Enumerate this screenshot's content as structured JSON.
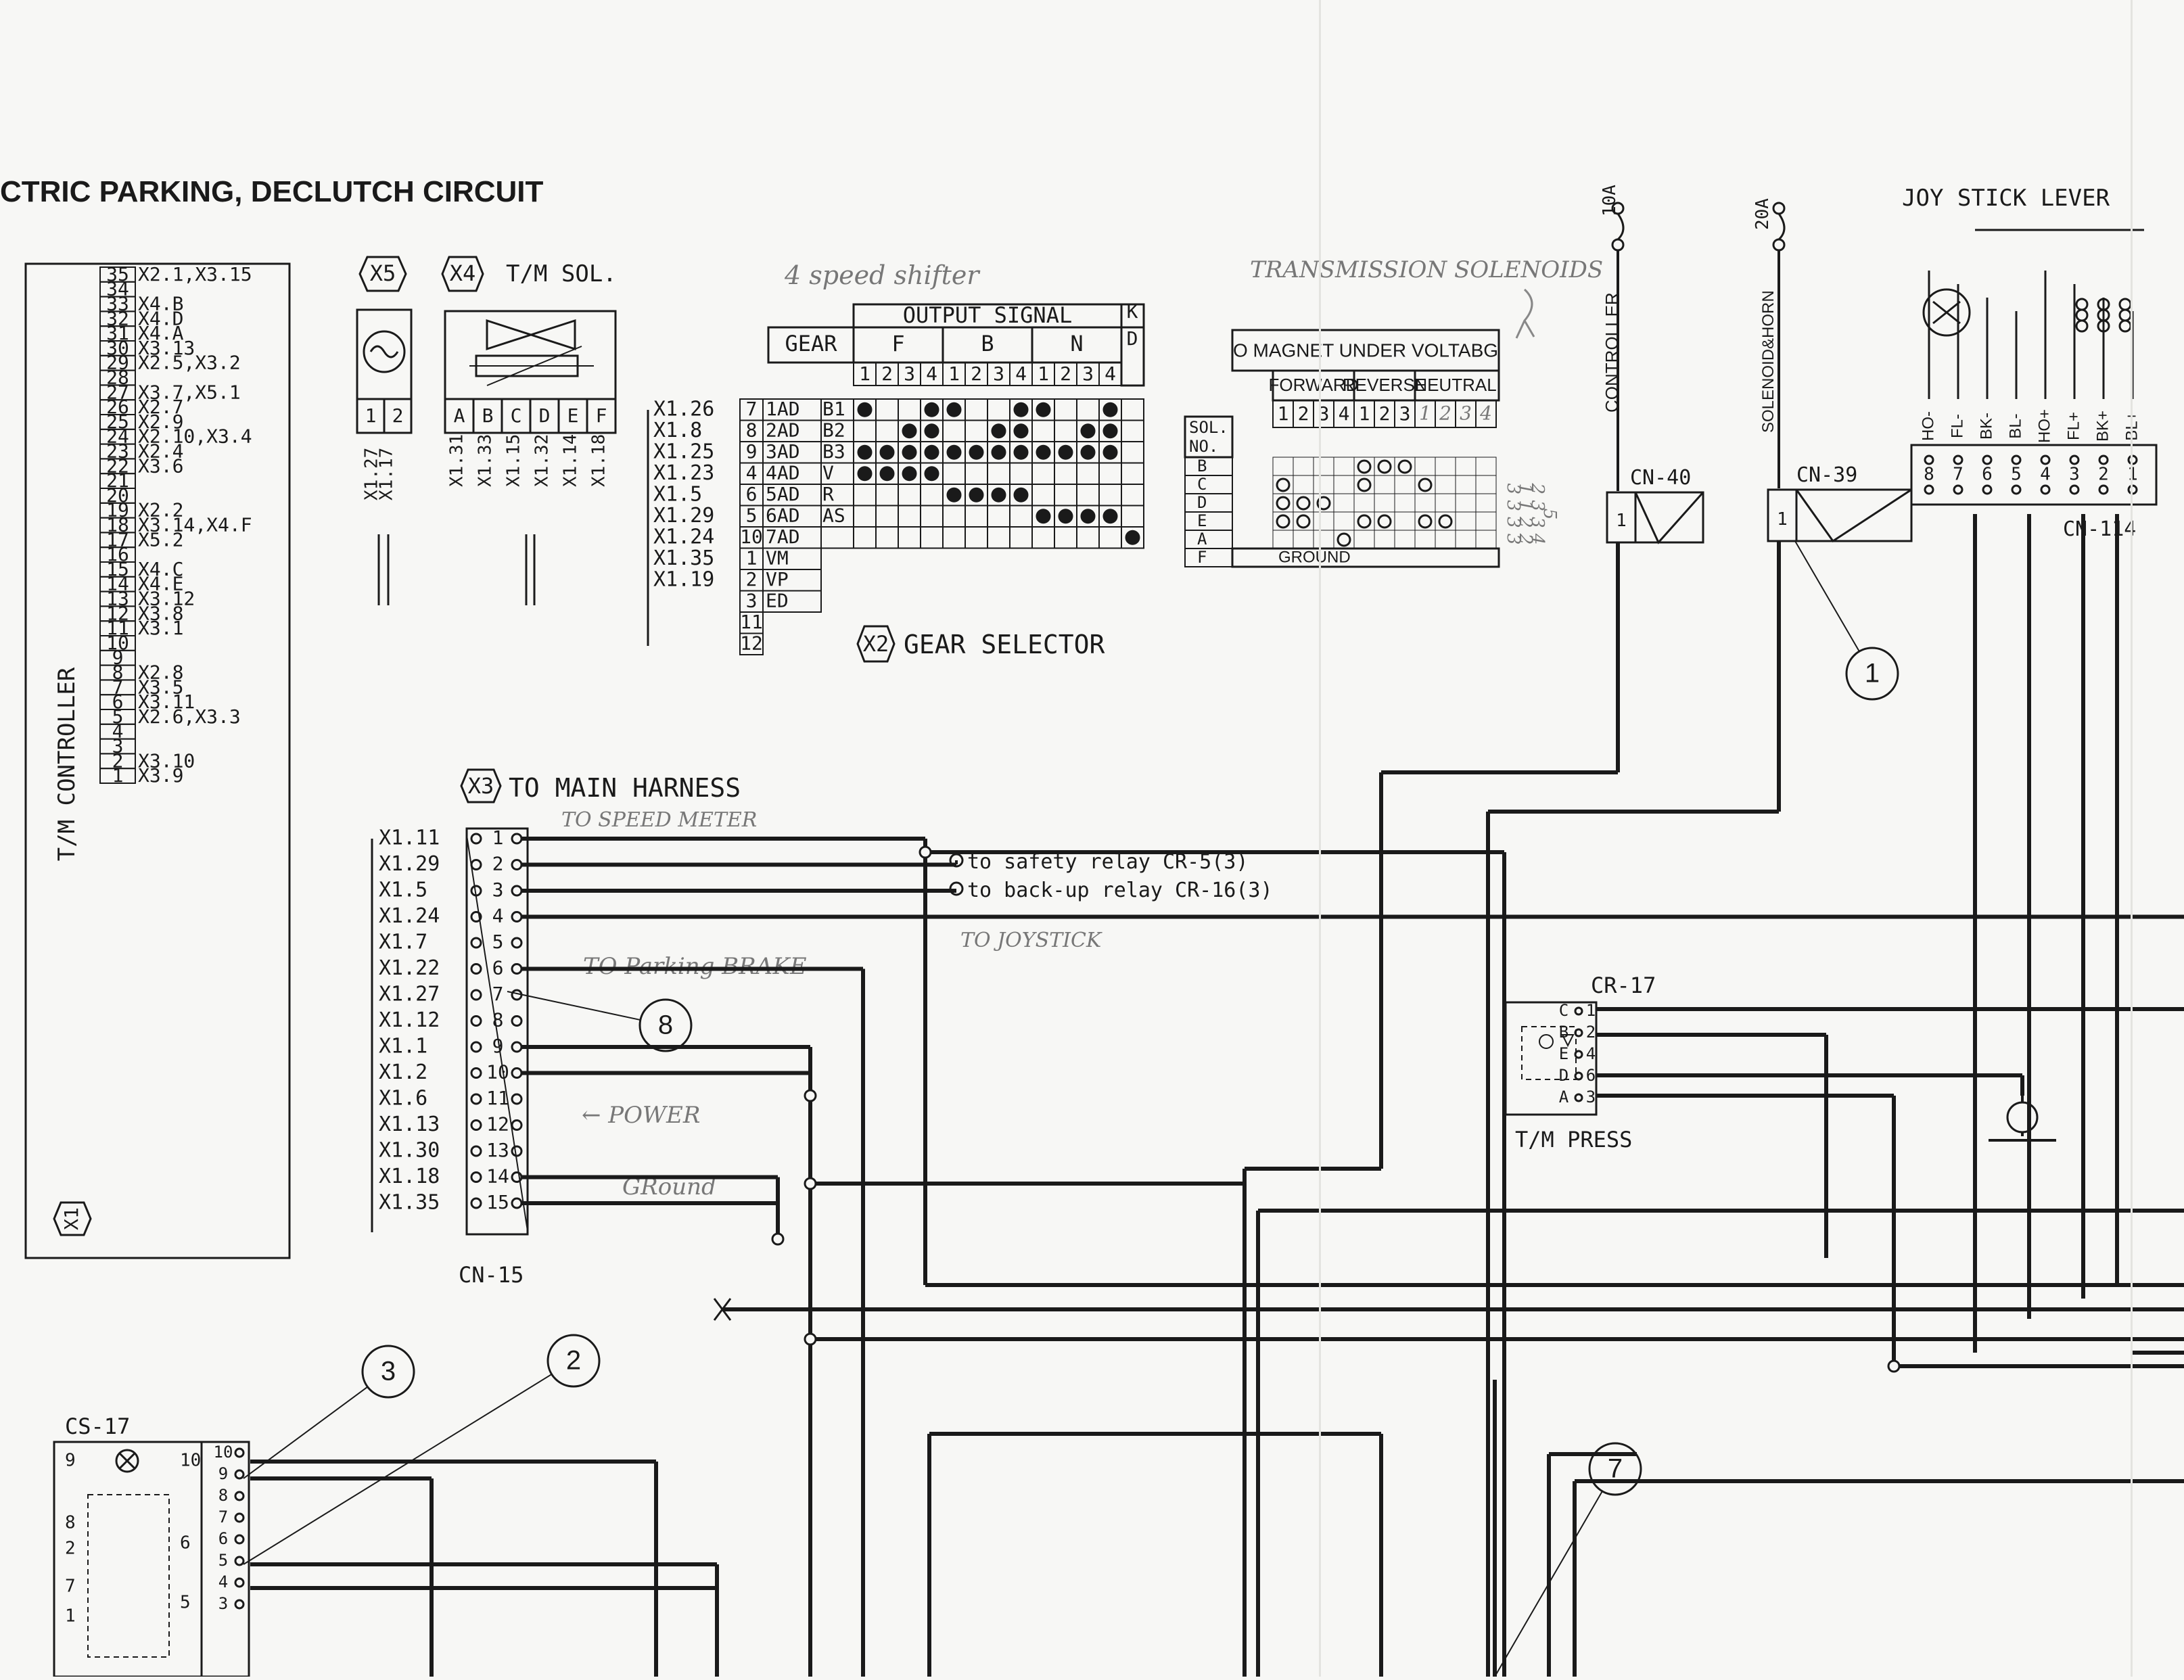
{
  "title": "CTRIC PARKING, DECLUTCH CIRCUIT",
  "controller": {
    "label": "T/M CONTROLLER",
    "ref": "X1",
    "pins": [
      {
        "n": "35",
        "sig": "X2.1,X3.15"
      },
      {
        "n": "34",
        "sig": ""
      },
      {
        "n": "33",
        "sig": "X4.B"
      },
      {
        "n": "32",
        "sig": "X4.D"
      },
      {
        "n": "31",
        "sig": "X4.A"
      },
      {
        "n": "30",
        "sig": "X3.13"
      },
      {
        "n": "29",
        "sig": "X2.5,X3.2"
      },
      {
        "n": "28",
        "sig": ""
      },
      {
        "n": "27",
        "sig": "X3.7,X5.1"
      },
      {
        "n": "26",
        "sig": "X2.7"
      },
      {
        "n": "25",
        "sig": "X2.9"
      },
      {
        "n": "24",
        "sig": "X2.10,X3.4"
      },
      {
        "n": "23",
        "sig": "X2.4"
      },
      {
        "n": "22",
        "sig": "X3.6"
      },
      {
        "n": "21",
        "sig": ""
      },
      {
        "n": "20",
        "sig": ""
      },
      {
        "n": "19",
        "sig": "X2.2"
      },
      {
        "n": "18",
        "sig": "X3.14,X4.F"
      },
      {
        "n": "17",
        "sig": "X5.2"
      },
      {
        "n": "16",
        "sig": ""
      },
      {
        "n": "15",
        "sig": "X4.C"
      },
      {
        "n": "14",
        "sig": "X4.E"
      },
      {
        "n": "13",
        "sig": "X3.12"
      },
      {
        "n": "12",
        "sig": "X3.8"
      },
      {
        "n": "11",
        "sig": "X3.1"
      },
      {
        "n": "10",
        "sig": ""
      },
      {
        "n": "9",
        "sig": ""
      },
      {
        "n": "8",
        "sig": "X2.8"
      },
      {
        "n": "7",
        "sig": "X3.5"
      },
      {
        "n": "6",
        "sig": "X3.11"
      },
      {
        "n": "5",
        "sig": "X2.6,X3.3"
      },
      {
        "n": "4",
        "sig": ""
      },
      {
        "n": "3",
        "sig": ""
      },
      {
        "n": "2",
        "sig": "X3.10"
      },
      {
        "n": "1",
        "sig": "X3.9"
      }
    ]
  },
  "x5": {
    "ref": "X5",
    "pins": [
      "1",
      "2"
    ],
    "wires": [
      "X1.27",
      "X1.17"
    ]
  },
  "x4": {
    "ref": "X4",
    "label": "T/M SOL.",
    "pins": [
      "A",
      "B",
      "C",
      "D",
      "E",
      "F"
    ],
    "wires": [
      "X1.31",
      "X1.33",
      "X1.15",
      "X1.32",
      "X1.14",
      "X1.18"
    ]
  },
  "x2": {
    "ref": "X2",
    "label": "GEAR SELECTOR",
    "note": "4 speed shifter",
    "header": {
      "output": "OUTPUT SIGNAL",
      "kd": "K\nD",
      "gear": "GEAR",
      "f": "F",
      "b": "B",
      "n": "N",
      "nums": [
        "1",
        "2",
        "3",
        "4",
        "1",
        "2",
        "3",
        "4",
        "1",
        "2",
        "3",
        "4"
      ]
    },
    "rows": [
      {
        "wire": "X1.26",
        "pin": "7",
        "name": "1AD",
        "sig": "B1",
        "dots": [
          1,
          0,
          0,
          1,
          1,
          0,
          0,
          1,
          1,
          0,
          0,
          1,
          0
        ]
      },
      {
        "wire": "X1.8",
        "pin": "8",
        "name": "2AD",
        "sig": "B2",
        "dots": [
          0,
          0,
          1,
          1,
          0,
          0,
          1,
          1,
          0,
          0,
          1,
          1,
          0
        ]
      },
      {
        "wire": "X1.25",
        "pin": "9",
        "name": "3AD",
        "sig": "B3",
        "dots": [
          1,
          1,
          1,
          1,
          1,
          1,
          1,
          1,
          1,
          1,
          1,
          1,
          0
        ]
      },
      {
        "wire": "X1.23",
        "pin": "4",
        "name": "4AD",
        "sig": "V",
        "dots": [
          1,
          1,
          1,
          1,
          0,
          0,
          0,
          0,
          0,
          0,
          0,
          0,
          0
        ]
      },
      {
        "wire": "X1.5",
        "pin": "6",
        "name": "5AD",
        "sig": "R",
        "dots": [
          0,
          0,
          0,
          0,
          1,
          1,
          1,
          1,
          0,
          0,
          0,
          0,
          0
        ]
      },
      {
        "wire": "X1.29",
        "pin": "5",
        "name": "6AD",
        "sig": "AS",
        "dots": [
          0,
          0,
          0,
          0,
          0,
          0,
          0,
          0,
          1,
          1,
          1,
          1,
          0
        ]
      },
      {
        "wire": "X1.24",
        "pin": "10",
        "name": "7AD",
        "sig": "",
        "dots": [
          0,
          0,
          0,
          0,
          0,
          0,
          0,
          0,
          0,
          0,
          0,
          0,
          1
        ]
      },
      {
        "wire": "X1.35",
        "pin": "1",
        "name": "VM",
        "sig": "",
        "dots": []
      },
      {
        "wire": "X1.19",
        "pin": "2",
        "name": "VP",
        "sig": "",
        "dots": []
      },
      {
        "wire": "",
        "pin": "3",
        "name": "ED",
        "sig": "",
        "dots": []
      },
      {
        "wire": "",
        "pin": "11",
        "name": "",
        "sig": "",
        "dots": []
      },
      {
        "wire": "",
        "pin": "12",
        "name": "",
        "sig": "",
        "dots": []
      }
    ]
  },
  "solenoid_table": {
    "note": "TRANSMISSION SOLENOIDS",
    "title": "O MAGNET UNDER VOLTABG",
    "groups": [
      "FORWARD",
      "REVERSE",
      "NEUTRAL"
    ],
    "solno": "SOL.\nNO.",
    "nums": [
      "1",
      "2",
      "3",
      "4",
      "1",
      "2",
      "3",
      "1",
      "2",
      "3",
      "4"
    ],
    "rows": [
      {
        "sol": "B",
        "marks": [
          0,
          0,
          0,
          0,
          1,
          1,
          1,
          0,
          0,
          0,
          0
        ]
      },
      {
        "sol": "C",
        "marks": [
          1,
          0,
          0,
          0,
          1,
          0,
          0,
          1,
          0,
          0,
          0
        ]
      },
      {
        "sol": "D",
        "marks": [
          1,
          1,
          1,
          0,
          0,
          0,
          0,
          0,
          0,
          0,
          0
        ]
      },
      {
        "sol": "E",
        "marks": [
          1,
          1,
          0,
          0,
          1,
          1,
          0,
          1,
          1,
          0,
          0
        ]
      },
      {
        "sol": "A",
        "marks": [
          0,
          0,
          0,
          1,
          0,
          0,
          0,
          0,
          0,
          0,
          0
        ]
      },
      {
        "sol": "F",
        "marks": []
      }
    ],
    "ground": "GROUND",
    "side_note": [
      "3 3 3 3",
      "1 1 2 2",
      "2 3 3 4",
      "5"
    ]
  },
  "x3": {
    "ref": "X3",
    "label": "TO MAIN HARNESS",
    "connector": "CN-15",
    "rows": [
      {
        "wire": "X1.11",
        "pin": "1"
      },
      {
        "wire": "X1.29",
        "pin": "2"
      },
      {
        "wire": "X1.5",
        "pin": "3"
      },
      {
        "wire": "X1.24",
        "pin": "4"
      },
      {
        "wire": "X1.7",
        "pin": "5"
      },
      {
        "wire": "X1.22",
        "pin": "6"
      },
      {
        "wire": "X1.27",
        "pin": "7"
      },
      {
        "wire": "X1.12",
        "pin": "8"
      },
      {
        "wire": "X1.1",
        "pin": "9"
      },
      {
        "wire": "X1.2",
        "pin": "10"
      },
      {
        "wire": "X1.6",
        "pin": "11"
      },
      {
        "wire": "X1.13",
        "pin": "12"
      },
      {
        "wire": "X1.30",
        "pin": "13"
      },
      {
        "wire": "X1.18",
        "pin": "14"
      },
      {
        "wire": "X1.35",
        "pin": "15"
      }
    ]
  },
  "relay_labels": {
    "safety": "to safety relay CR-5(3)",
    "backup": "to back-up relay CR-16(3)"
  },
  "notes": {
    "speed_meter": "TO SPEED METER",
    "joystick": "TO JOYSTICK",
    "parking": "TO Parking BRAKE",
    "power": "← POWER",
    "ground": "GRound"
  },
  "callouts": [
    "1",
    "2",
    "3",
    "7",
    "8"
  ],
  "cn40": {
    "name": "CN-40",
    "pin": "1",
    "fuse": "10A",
    "label": "CONTROLLER"
  },
  "cn39": {
    "name": "CN-39",
    "pin": "1",
    "fuse": "20A",
    "label": "SOLENOID&HORN"
  },
  "joystick": {
    "label": "JOY STICK LEVER",
    "connector": "CN-114",
    "pins": [
      "HO-",
      "FL-",
      "BK-",
      "BL-",
      "HO+",
      "FL+",
      "BK+",
      "BL+"
    ],
    "nums": [
      "8",
      "7",
      "6",
      "5",
      "4",
      "3",
      "2",
      "1"
    ]
  },
  "cr17": {
    "name": "CR-17",
    "label": "T/M PRESS",
    "pins": [
      {
        "l": "C",
        "n": "1"
      },
      {
        "l": "B",
        "n": "2"
      },
      {
        "l": "E",
        "n": "4"
      },
      {
        "l": "D",
        "n": "6"
      },
      {
        "l": "A",
        "n": "3"
      }
    ]
  },
  "cs17": {
    "name": "CS-17",
    "pins": [
      "10",
      "9",
      "8",
      "7",
      "6",
      "5",
      "4",
      "3"
    ],
    "left": [
      "9",
      "8",
      "2",
      "7",
      "1"
    ],
    "right": [
      "10",
      "6",
      "5"
    ]
  },
  "colors": {
    "ink": "#1a1a1a",
    "paper": "#f7f7f5",
    "pencil": "#777777"
  }
}
